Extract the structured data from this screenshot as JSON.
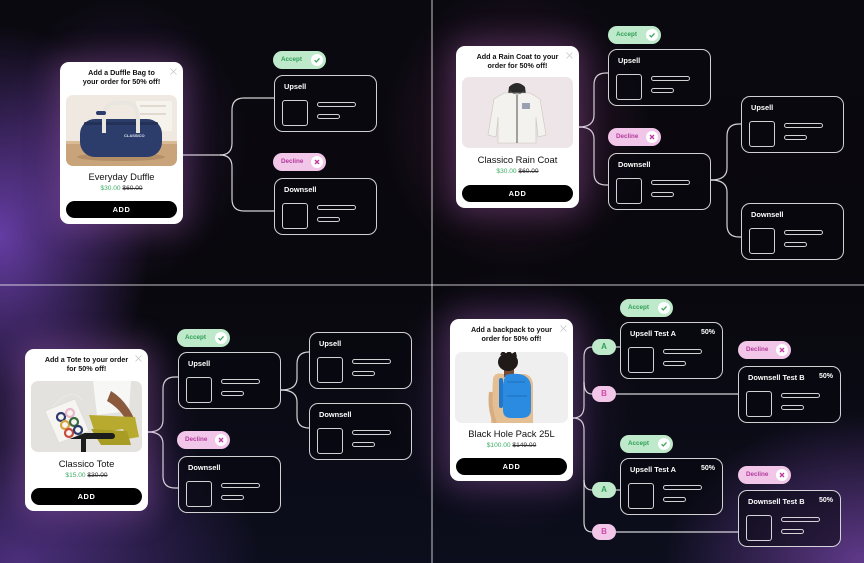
{
  "colors": {
    "accept_bg": "#bfe9cb",
    "accept_text": "#2f9e55",
    "decline_bg": "#f1c6e8",
    "decline_text": "#b33a9c",
    "sale_price": "#3dae66",
    "add_button_bg": "#000000",
    "node_stroke": "#ffffff"
  },
  "flows": [
    {
      "offer": {
        "title": "Add a Duffle Bag to\nyour order for 50% off!",
        "product_name": "Everyday Duffle",
        "sale_price": "$30.00",
        "original_price": "$60.00",
        "add_label": "ADD",
        "image": "duffle-bag-photo",
        "close_icon": "close-icon"
      },
      "accept": {
        "label": "Accept",
        "icon": "check-icon"
      },
      "decline": {
        "label": "Decline",
        "icon": "x-icon"
      },
      "upsell": {
        "title": "Upsell"
      },
      "downsell": {
        "title": "Downsell"
      }
    },
    {
      "offer": {
        "title": "Add a Rain Coat to your\norder for 50% off!",
        "product_name": "Classico Rain Coat",
        "sale_price": "$30.00",
        "original_price": "$60.00",
        "add_label": "ADD",
        "image": "rain-coat-photo",
        "close_icon": "close-icon"
      },
      "accept": {
        "label": "Accept",
        "icon": "check-icon"
      },
      "decline": {
        "label": "Decline",
        "icon": "x-icon"
      },
      "upsell": {
        "title": "Upsell"
      },
      "downsell": {
        "title": "Downsell"
      },
      "downsell_then_upsell": {
        "title": "Upsell"
      },
      "downsell_then_downsell": {
        "title": "Downsell"
      }
    },
    {
      "offer": {
        "title": "Add a Tote to your order\nfor 50% off!",
        "product_name": "Classico Tote",
        "sale_price": "$15.00",
        "original_price": "$30.00",
        "add_label": "ADD",
        "image": "tote-bag-photo",
        "close_icon": "close-icon"
      },
      "accept": {
        "label": "Accept",
        "icon": "check-icon"
      },
      "decline": {
        "label": "Decline",
        "icon": "x-icon"
      },
      "upsell": {
        "title": "Upsell"
      },
      "downsell": {
        "title": "Downsell"
      },
      "upsell_then_upsell": {
        "title": "Upsell"
      },
      "upsell_then_downsell": {
        "title": "Downsell"
      }
    },
    {
      "offer": {
        "title": "Add a backpack to your\norder for 50% off!",
        "product_name": "Black Hole Pack 25L",
        "sale_price": "$100.00",
        "original_price": "$149.00",
        "add_label": "ADD",
        "image": "backpack-photo",
        "close_icon": "close-icon"
      },
      "splits": [
        {
          "variant_a": "A",
          "variant_b": "B",
          "accept": {
            "label": "Accept",
            "icon": "check-icon"
          },
          "upsell_test": {
            "title": "Upsell Test A",
            "split": "50%"
          },
          "decline": {
            "label": "Decline",
            "icon": "x-icon"
          },
          "downsell_test": {
            "title": "Downsell Test B",
            "split": "50%"
          }
        },
        {
          "variant_a": "A",
          "variant_b": "B",
          "accept": {
            "label": "Accept",
            "icon": "check-icon"
          },
          "upsell_test": {
            "title": "Upsell Test A",
            "split": "50%"
          },
          "decline": {
            "label": "Decline",
            "icon": "x-icon"
          },
          "downsell_test": {
            "title": "Downsell Test B",
            "split": "50%"
          }
        }
      ]
    }
  ]
}
